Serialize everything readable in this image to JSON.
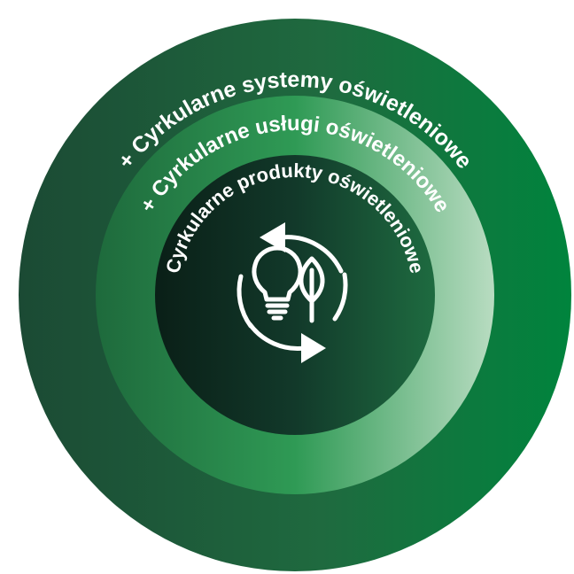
{
  "diagram": {
    "rings": [
      {
        "id": "outer",
        "label": "+ Cyrkularne systemy oświetleniowe",
        "gradient": [
          "#1b4a34",
          "#1f6a3f",
          "#00843d"
        ]
      },
      {
        "id": "middle",
        "label": "+ Cyrkularne usługi oświetleniowe",
        "gradient": [
          "#1e6a3c",
          "#2f9a55",
          "#b8dcc1"
        ]
      },
      {
        "id": "inner",
        "label": "Cyrkularne produkty oświetleniowe",
        "gradient": [
          "#0a1f17",
          "#12392a",
          "#1e6b40"
        ]
      }
    ],
    "center_icon": {
      "name": "circular-lightbulb-leaf-icon",
      "parts": [
        "circular-arrows-icon",
        "lightbulb-icon",
        "leaf-icon"
      ],
      "color": "#ffffff"
    }
  }
}
